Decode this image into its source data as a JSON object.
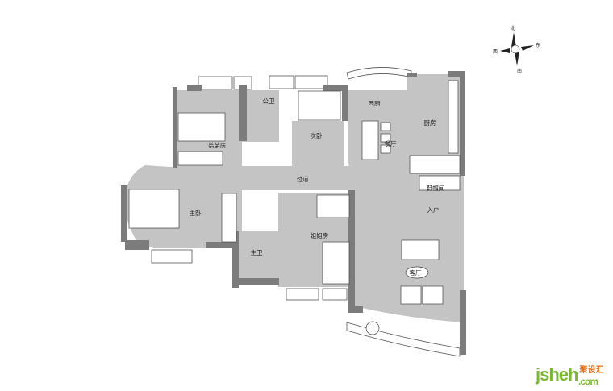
{
  "compass": {
    "north": "北",
    "east": "东",
    "south": "南",
    "west": "西"
  },
  "rooms": {
    "younger_brother_room": "弟弟房",
    "public_bath": "公卫",
    "second_bedroom": "次卧",
    "western_kitchen": "西厨",
    "kitchen": "厨房",
    "dining": "餐厅",
    "corridor": "过道",
    "cloakroom": "鞋帽间",
    "entrance": "入户",
    "master_bedroom": "主卧",
    "master_bath": "主卫",
    "sister_room": "姐姐房",
    "living_room": "客厅"
  },
  "logo": {
    "text": "jsheh",
    "cn": "聚设汇",
    "suffix": ".com"
  },
  "colors": {
    "room": "#c4c4c4",
    "wall": "#7c7c7c",
    "logo_green": "#7cb82f",
    "logo_orange": "#e8731c"
  }
}
